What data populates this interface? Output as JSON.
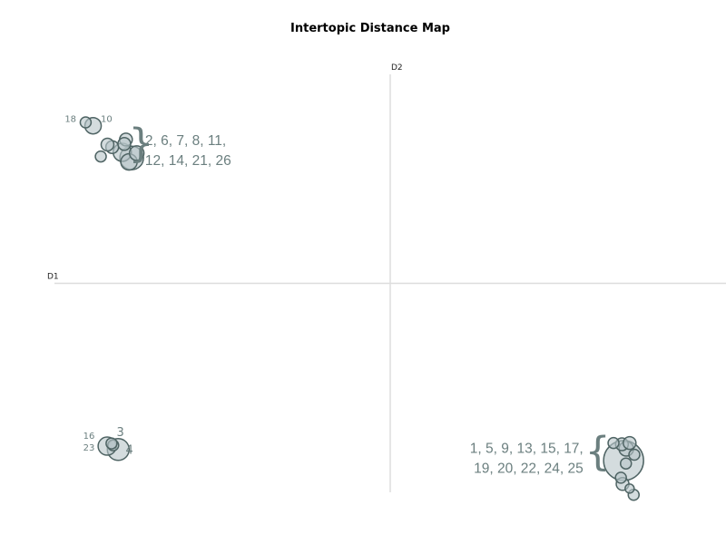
{
  "chart_data": {
    "type": "scatter",
    "title": "Intertopic Distance Map",
    "xlabel": "D1",
    "ylabel": "D2",
    "xlim": [
      -1,
      1
    ],
    "ylim": [
      -1,
      1
    ],
    "grid": false,
    "colors": {
      "bubble_fill": "#b7c4c8",
      "bubble_stroke": "#4f6464",
      "axis": "#dddddd",
      "label": "#6b7f7f"
    },
    "topics": [
      {
        "id": "1",
        "x": 0.695,
        "y": -0.848,
        "size": 22
      },
      {
        "id": "2",
        "x": -0.77,
        "y": 0.6,
        "size": 13
      },
      {
        "id": "3",
        "x": -0.825,
        "y": -0.775,
        "size": 6
      },
      {
        "id": "4",
        "x": -0.81,
        "y": -0.795,
        "size": 12
      },
      {
        "id": "5",
        "x": 0.703,
        "y": -0.792,
        "size": 8
      },
      {
        "id": "6",
        "x": -0.798,
        "y": 0.627,
        "size": 10
      },
      {
        "id": "7",
        "x": -0.778,
        "y": 0.581,
        "size": 9
      },
      {
        "id": "8",
        "x": -0.787,
        "y": 0.688,
        "size": 7
      },
      {
        "id": "9",
        "x": 0.69,
        "y": -0.77,
        "size": 7
      },
      {
        "id": "10",
        "x": -0.885,
        "y": 0.754,
        "size": 9
      },
      {
        "id": "11",
        "x": -0.755,
        "y": 0.623,
        "size": 8
      },
      {
        "id": "12",
        "x": -0.828,
        "y": 0.652,
        "size": 7
      },
      {
        "id": "13",
        "x": 0.713,
        "y": -0.764,
        "size": 7
      },
      {
        "id": "14",
        "x": -0.792,
        "y": 0.667,
        "size": 7
      },
      {
        "id": "15",
        "x": 0.702,
        "y": -0.862,
        "size": 6
      },
      {
        "id": "16",
        "x": -0.83,
        "y": -0.766,
        "size": 6
      },
      {
        "id": "17",
        "x": 0.727,
        "y": -0.82,
        "size": 6
      },
      {
        "id": "18",
        "x": -0.907,
        "y": 0.77,
        "size": 6
      },
      {
        "id": "19",
        "x": 0.687,
        "y": -0.93,
        "size": 6
      },
      {
        "id": "20",
        "x": 0.692,
        "y": -0.96,
        "size": 7
      },
      {
        "id": "21",
        "x": -0.842,
        "y": 0.664,
        "size": 7
      },
      {
        "id": "22",
        "x": 0.725,
        "y": -1.012,
        "size": 6
      },
      {
        "id": "23",
        "x": -0.843,
        "y": -0.779,
        "size": 10
      },
      {
        "id": "24",
        "x": 0.665,
        "y": -0.764,
        "size": 6
      },
      {
        "id": "25",
        "x": 0.713,
        "y": -0.982,
        "size": 5
      },
      {
        "id": "26",
        "x": -0.862,
        "y": 0.607,
        "size": 6
      }
    ],
    "annotations": [
      {
        "text": "18",
        "x": -0.935,
        "y": 0.772,
        "anchor": "end",
        "size": "small"
      },
      {
        "text": "10",
        "x": -0.862,
        "y": 0.772,
        "anchor": "start",
        "size": "small"
      },
      {
        "text": "3",
        "x": -0.815,
        "y": -0.731,
        "anchor": "start",
        "size": "big"
      },
      {
        "text": "4",
        "x": -0.788,
        "y": -0.815,
        "anchor": "start",
        "size": "big"
      },
      {
        "text": "16",
        "x": -0.88,
        "y": -0.744,
        "anchor": "end",
        "size": "small"
      },
      {
        "text": "23",
        "x": -0.88,
        "y": -0.801,
        "anchor": "end",
        "size": "small"
      }
    ],
    "group_labels": [
      {
        "lines": [
          "2, 6, 7, 8, 11,",
          "12, 14, 21, 26"
        ],
        "x": -0.73,
        "y": 0.662,
        "anchor": "start",
        "brace": "}",
        "brace_x": -0.742,
        "brace_y": 0.607
      },
      {
        "lines": [
          "1, 5, 9, 13, 15, 17,",
          "19, 20, 22, 24, 25"
        ],
        "x": 0.575,
        "y": -0.812,
        "anchor": "end",
        "brace": "{",
        "brace_x": 0.618,
        "brace_y": -0.868
      }
    ]
  }
}
